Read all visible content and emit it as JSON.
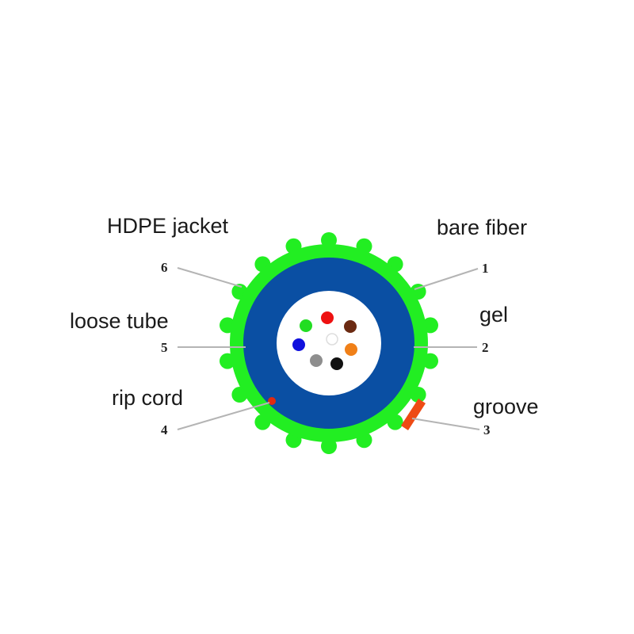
{
  "labels": {
    "hdpe_jacket": "HDPE jacket",
    "bare_fiber": "bare fiber",
    "loose_tube": "loose tube",
    "gel": "gel",
    "rip_cord": "rip cord",
    "groove": "groove"
  },
  "numbers": {
    "n1": "1",
    "n2": "2",
    "n3": "3",
    "n4": "4",
    "n5": "5",
    "n6": "6"
  },
  "colors": {
    "jacket": "#22ee22",
    "armor": "#0a4fa3",
    "tube": "#ffffff",
    "rip_cord": "#e02a10",
    "groove": "#ee4a14",
    "fibers": [
      "#ee1111",
      "#6b2a12",
      "#f08018",
      "#111111",
      "#8e8e8e",
      "#1010dd",
      "#22dd22"
    ]
  },
  "tooth_count": 18
}
